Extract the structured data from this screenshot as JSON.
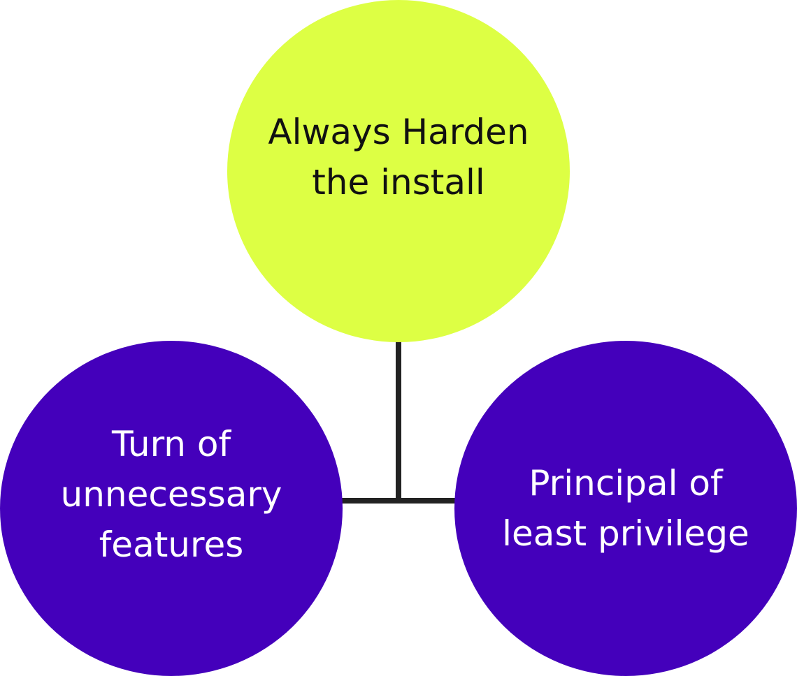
{
  "colors": {
    "primary_node": "#ddff44",
    "secondary_node": "#4400bb",
    "primary_text": "#111111",
    "secondary_text": "#ffffff",
    "connector": "#222222"
  },
  "nodes": {
    "top": {
      "label": "Always Harden\nthe install"
    },
    "left": {
      "label": "Turn of\nunnecessary\nfeatures"
    },
    "right": {
      "label": "Principal of\nleast privilege"
    }
  }
}
